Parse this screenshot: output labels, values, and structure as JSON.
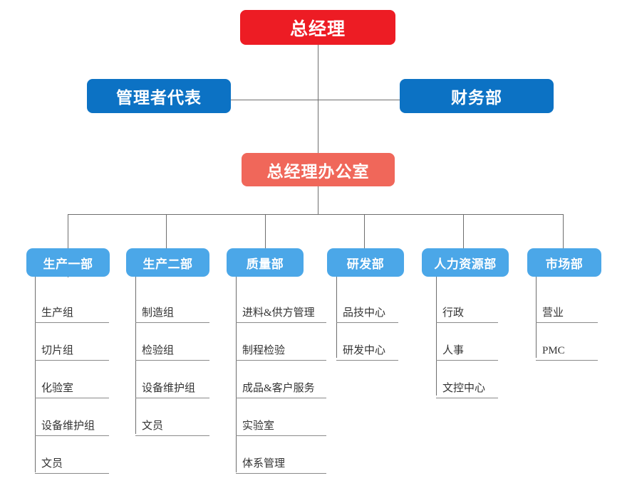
{
  "chart_title": "",
  "colors": {
    "top_node": "#ED1C24",
    "mid_node": "#0C72C4",
    "office_node": "#F0675A",
    "dept_node": "#4BA7E8",
    "connector": "#6e6e6e",
    "leaf_text": "#333333",
    "leaf_rule": "#8a8a8a",
    "background": "#ffffff"
  },
  "top": {
    "label": "总经理"
  },
  "second_row": {
    "left": {
      "label": "管理者代表"
    },
    "right": {
      "label": "财务部"
    }
  },
  "office": {
    "label": "总经理办公室"
  },
  "departments": [
    {
      "label": "生产一部",
      "children": [
        "生产组",
        "切片组",
        "化验室",
        "设备维护组",
        "文员"
      ]
    },
    {
      "label": "生产二部",
      "children": [
        "制造组",
        "检验组",
        "设备维护组",
        "文员"
      ]
    },
    {
      "label": "质量部",
      "children": [
        "进料&供方管理",
        "制程检验",
        "成品&客户服务",
        "实验室",
        "体系管理"
      ]
    },
    {
      "label": "研发部",
      "children": [
        "品技中心",
        "研发中心"
      ]
    },
    {
      "label": "人力资源部",
      "children": [
        "行政",
        "人事",
        "文控中心"
      ]
    },
    {
      "label": "市场部",
      "children": [
        "营业",
        "PMC"
      ]
    }
  ]
}
